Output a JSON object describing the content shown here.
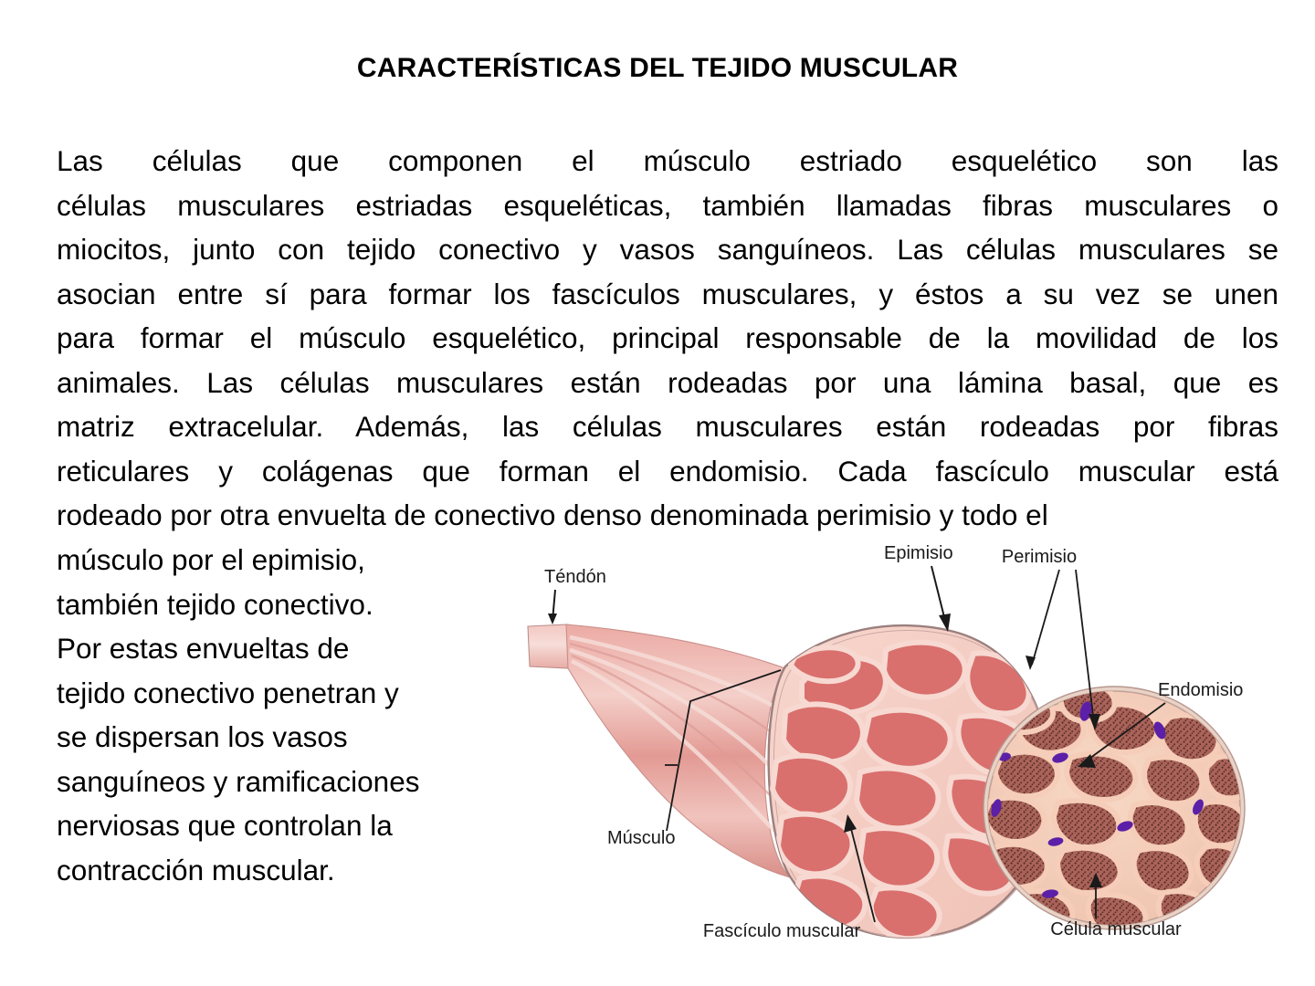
{
  "slide": {
    "title": "CARACTERÍSTICAS DEL TEJIDO MUSCULAR",
    "background_color": "#ffffff",
    "text_color": "#000000"
  },
  "body_text_wide": {
    "lines": [
      "Las células que componen el músculo estriado esquelético son las",
      "células musculares estriadas esqueléticas, también llamadas fibras musculares o",
      "miocitos, junto con tejido conectivo y vasos sanguíneos. Las células musculares se",
      "asocian entre sí para formar los fascículos musculares, y éstos a su vez se unen",
      "para formar el músculo esquelético, principal responsable de la movilidad de los",
      "animales. Las células musculares están rodeadas por una lámina basal, que es",
      "matriz extracelular. Además, las células musculares están rodeadas por fibras",
      "reticulares y colágenas que forman el endomisio. Cada fascículo muscular está",
      "rodeado por otra envuelta de conectivo denso denominada perimisio y todo el"
    ]
  },
  "body_text_narrow": {
    "lines": [
      "músculo por el epimisio,",
      "también tejido conectivo.",
      "Por estas envueltas de",
      "tejido conectivo penetran y",
      "se dispersan los vasos",
      "sanguíneos y ramificaciones",
      "nerviosas que controlan la",
      "contracción muscular."
    ]
  },
  "figure": {
    "name": "skeletal-muscle-organization-diagram",
    "labels": {
      "tendon": "Téndón",
      "epimysium": "Epimisio",
      "perimysium": "Perimisio",
      "endomysium": "Endomisio",
      "muscle": "Músculo",
      "fascicle": "Fascículo muscular",
      "muscle_cell": "Célula muscular"
    },
    "colors": {
      "muscle_body": "#e49a95",
      "muscle_body_light": "#f0bdb8",
      "fascicle_fill": "#d9706d",
      "perimysium_pale": "#f6d2c8",
      "epimysium_edge": "#9b7f7e",
      "fiber_fill": "#a9635a",
      "fiber_stipple": "#5c2c25",
      "endomysium_pale": "#f4cdb9",
      "nucleus": "#5b1fa8",
      "leader_line": "#1a1a1a",
      "label_text": "#1a1a1a"
    }
  }
}
